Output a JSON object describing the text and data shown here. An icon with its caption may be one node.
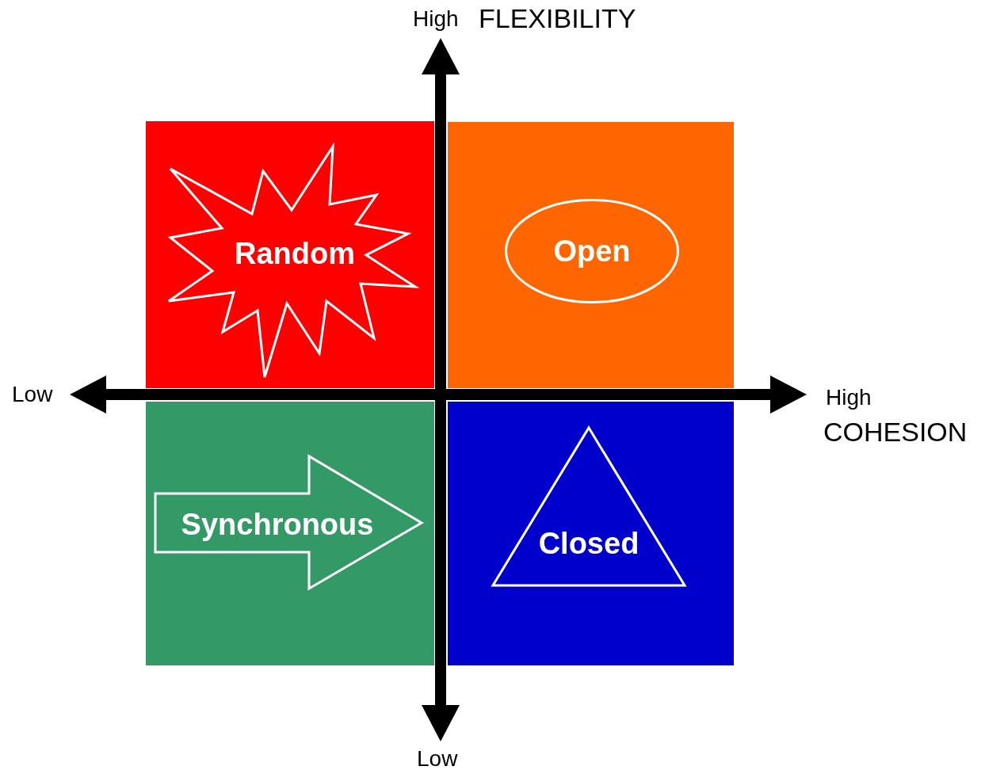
{
  "diagram": {
    "nodes": [
      {
        "text": [],
        "shape": "box"
      },
      {
        "text": [
          "Random"
        ],
        "in": 0
      },
      {
        "text": [],
        "shape": "box"
      },
      {
        "text": [
          "Open"
        ],
        "in": 2
      },
      {
        "text": [],
        "shape": "box"
      },
      {
        "text": [
          "Synchronous"
        ],
        "in": 4
      },
      {
        "text": [],
        "shape": "box"
      },
      {
        "text": [
          "Closed"
        ],
        "in": 6
      }
    ],
    "edges": [],
    "labels": [
      "High",
      "FLEXIBILITY",
      "Low",
      "High",
      "COHESION",
      "Low"
    ]
  }
}
